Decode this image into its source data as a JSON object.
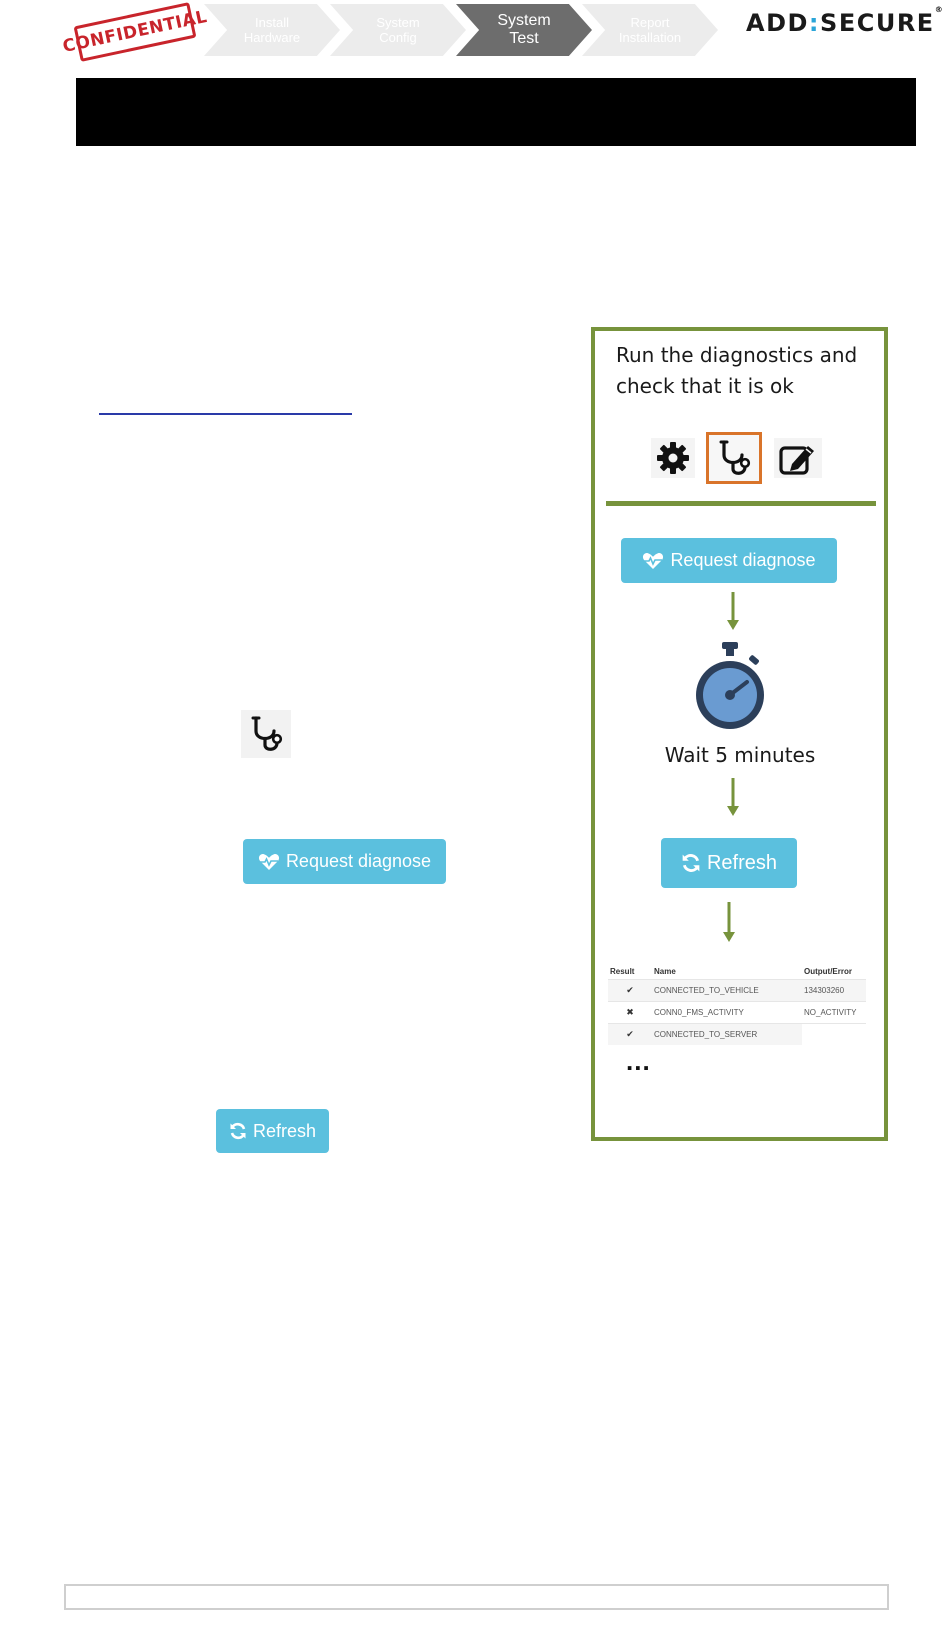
{
  "header": {
    "stamp_text": "CONFIDENTIAL",
    "steps": [
      {
        "label": "Install Hardware",
        "active": false
      },
      {
        "label": "System Config",
        "active": false
      },
      {
        "label": "System Test",
        "active": true
      },
      {
        "label": "Report Installation",
        "active": false
      }
    ],
    "brand": {
      "left": "ADD",
      "separator": ":",
      "right": "SECURE",
      "mark": "®"
    }
  },
  "left": {
    "icon": "stethoscope-icon",
    "request_button": {
      "label": "Request diagnose",
      "icon": "heartbeat-icon"
    },
    "refresh_button": {
      "label": "Refresh",
      "icon": "refresh-icon"
    }
  },
  "panel": {
    "instruction": "Run the diagnostics and check that it is ok",
    "tool_icons": [
      "gear-icon",
      "stethoscope-icon",
      "edit-icon"
    ],
    "highlighted_icon": "stethoscope-icon",
    "request_button": {
      "label": "Request diagnose",
      "icon": "heartbeat-icon"
    },
    "wait_text": "Wait 5 minutes",
    "wait_icon": "stopwatch-icon",
    "refresh_button": {
      "label": "Refresh",
      "icon": "refresh-icon"
    },
    "table": {
      "headers": [
        "Result",
        "Name",
        "Output/Error"
      ],
      "rows": [
        {
          "result": "✔",
          "name": "CONNECTED_TO_VEHICLE",
          "output": "134303260"
        },
        {
          "result": "✖",
          "name": "CONN0_FMS_ACTIVITY",
          "output": "NO_ACTIVITY"
        },
        {
          "result": "✔",
          "name": "CONNECTED_TO_SERVER",
          "output": ""
        }
      ]
    },
    "more": "..."
  },
  "colors": {
    "panel_border": "#77933c",
    "button": "#5bc0de",
    "highlight": "#d9742a",
    "stamp": "#c8242b",
    "active_step": "#6d6d6d",
    "inactive_step": "#ececec"
  }
}
